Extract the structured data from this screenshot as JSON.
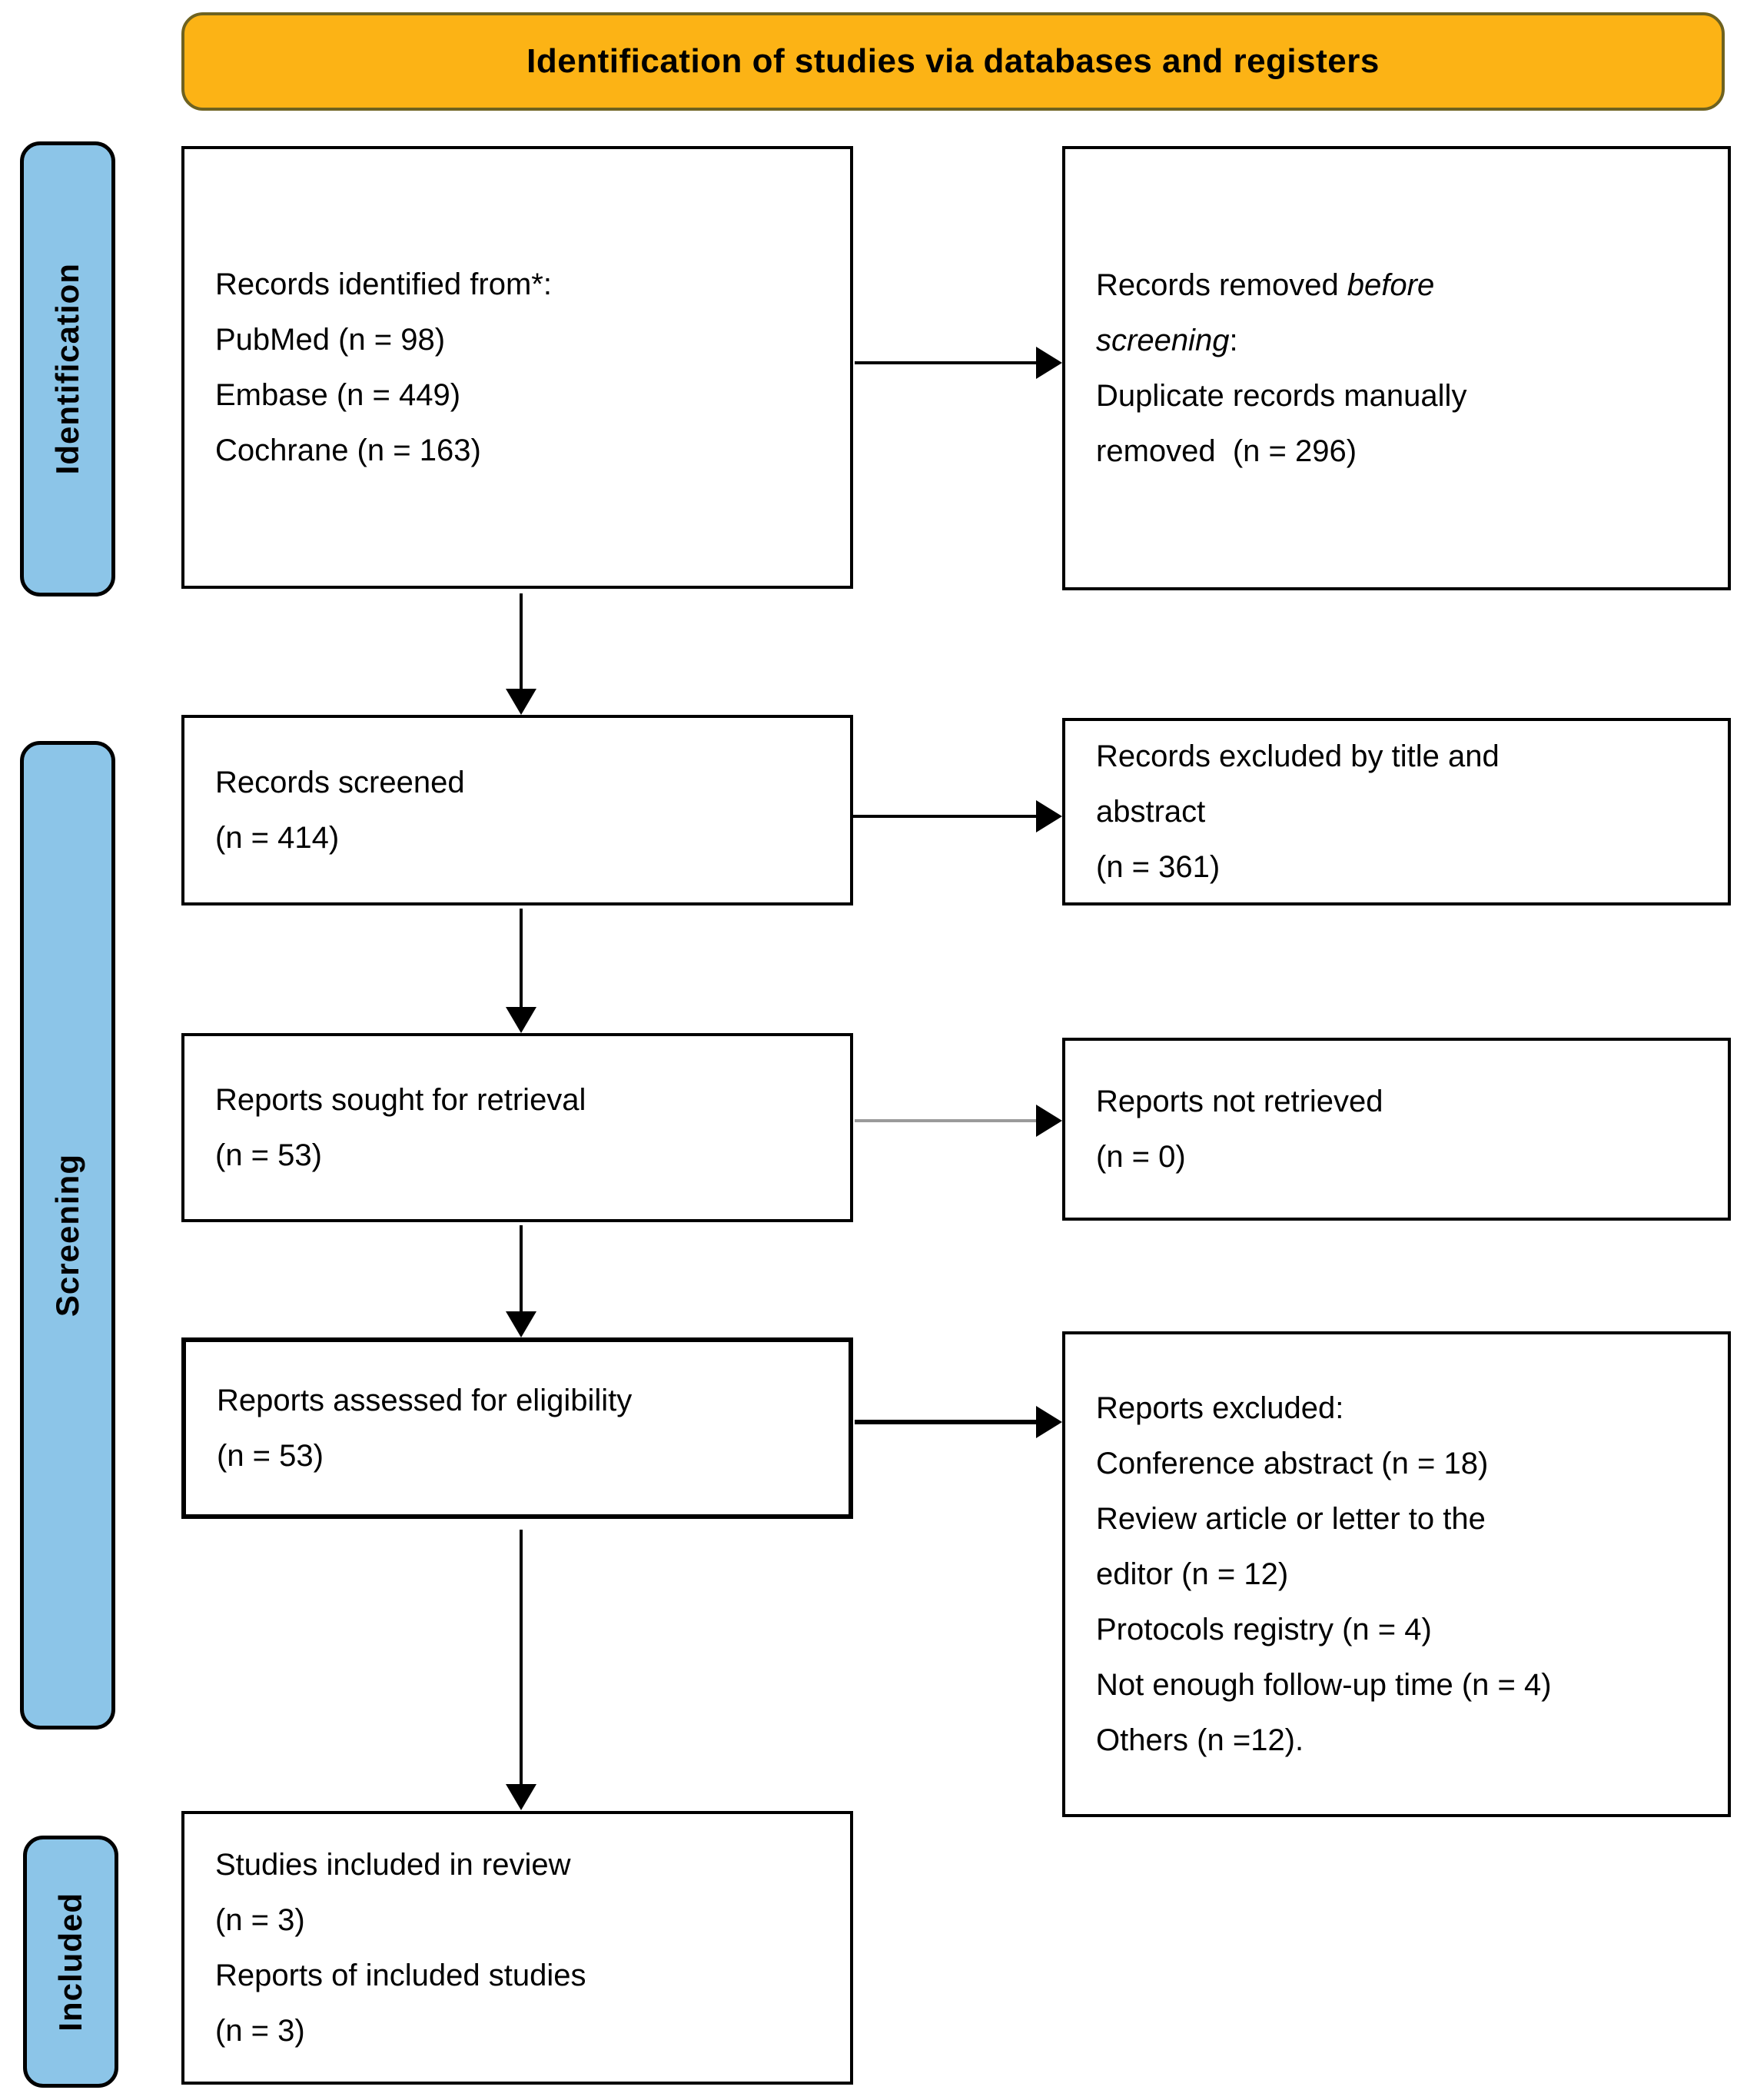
{
  "banner": {
    "title": "Identification of studies via databases and registers"
  },
  "side_labels": {
    "identification": "Identification",
    "screening": "Screening",
    "included": "Included"
  },
  "boxes": {
    "records_identified": {
      "lines": [
        "Records identified from*:",
        "PubMed (n = 98)",
        "Embase (n = 449)",
        "Cochrane (n = 163)"
      ]
    },
    "records_removed": {
      "line1_normal": "Records removed ",
      "line1_italic": "before",
      "line2_italic": "screening",
      "line2_colon": ":",
      "line3": "Duplicate records manually",
      "line4": "removed  (n = 296)"
    },
    "records_screened": {
      "lines": [
        "Records screened",
        "(n = 414)"
      ]
    },
    "records_excluded": {
      "lines": [
        "Records excluded by title and",
        "abstract",
        "(n = 361)"
      ]
    },
    "reports_sought": {
      "lines": [
        "Reports sought for retrieval",
        "(n = 53)"
      ]
    },
    "reports_not_retrieved": {
      "lines": [
        "Reports not retrieved",
        "(n = 0)"
      ]
    },
    "reports_assessed": {
      "lines": [
        "Reports assessed for eligibility",
        "(n = 53)"
      ]
    },
    "reports_excluded": {
      "lines": [
        "Reports excluded:",
        "Conference abstract (n = 18)",
        "Review article or letter to the",
        "editor (n = 12)",
        "Protocols registry (n = 4)",
        "Not enough follow-up time (n = 4)",
        "Others (n =12)."
      ]
    },
    "studies_included": {
      "lines": [
        "Studies included in review",
        "(n = 3)",
        "Reports of included studies",
        "(n = 3)"
      ]
    }
  },
  "colors": {
    "banner_fill": "#FCB315",
    "banner_border": "#6E6220",
    "phase_label_fill": "#8CC5E8",
    "box_border": "#000000",
    "arrow": "#000000",
    "arrow_gray": "#9A9A9A"
  }
}
